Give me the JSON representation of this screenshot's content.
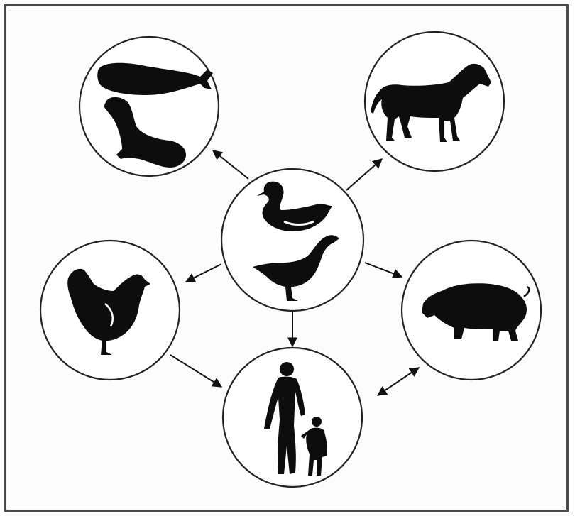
{
  "diagram": {
    "type": "transmission-cycle",
    "nodes": [
      {
        "id": "waterfowl",
        "icon": "duck-goose-icon",
        "role": "center"
      },
      {
        "id": "marine-mammals",
        "icon": "whale-seal-icon"
      },
      {
        "id": "horse",
        "icon": "horse-icon"
      },
      {
        "id": "chicken",
        "icon": "chicken-icon"
      },
      {
        "id": "pig",
        "icon": "pig-icon"
      },
      {
        "id": "humans",
        "icon": "adult-child-icon"
      }
    ],
    "edges": [
      {
        "from": "waterfowl",
        "to": "marine-mammals",
        "direction": "one-way"
      },
      {
        "from": "waterfowl",
        "to": "horse",
        "direction": "one-way"
      },
      {
        "from": "waterfowl",
        "to": "chicken",
        "direction": "one-way"
      },
      {
        "from": "waterfowl",
        "to": "pig",
        "direction": "one-way"
      },
      {
        "from": "waterfowl",
        "to": "humans",
        "direction": "one-way"
      },
      {
        "from": "chicken",
        "to": "humans",
        "direction": "one-way"
      },
      {
        "from": "pig",
        "to": "humans",
        "direction": "two-way"
      }
    ],
    "colors": {
      "ink": "#0d0d0d",
      "frame": "#4a4a4a",
      "background": "#fcfcfc"
    }
  }
}
